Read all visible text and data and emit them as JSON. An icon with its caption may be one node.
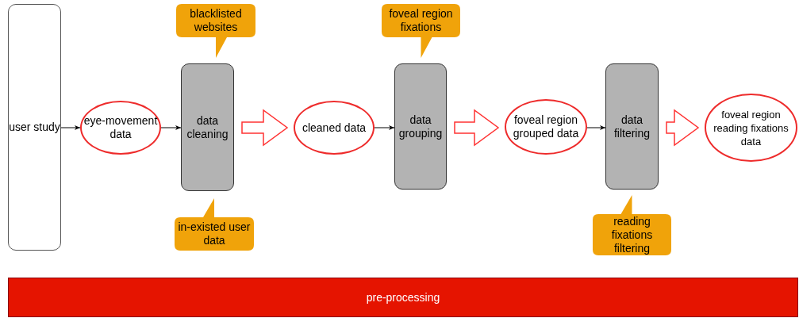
{
  "diagram": {
    "nodes": [
      {
        "text": [
          "user study"
        ]
      },
      {
        "text": [
          "eye-movement data"
        ]
      },
      {
        "text": [
          "data cleaning"
        ]
      },
      {
        "text": [
          "cleaned data"
        ]
      },
      {
        "text": [
          "data grouping"
        ]
      },
      {
        "text": [
          "foveal region grouped data"
        ]
      },
      {
        "text": [
          "data filtering"
        ]
      },
      {
        "text": [
          "foveal region reading fixations data"
        ]
      },
      {
        "text": [
          "blacklisted websites"
        ]
      },
      {
        "text": [
          "in-existed user data"
        ]
      },
      {
        "text": [
          "foveal region fixations"
        ]
      },
      {
        "text": [
          "reading fixations filtering"
        ]
      },
      {
        "text": [
          "pre-processing"
        ]
      }
    ],
    "edges": [
      {
        "from": 0,
        "to": 1,
        "arrow": "to"
      },
      {
        "from": 1,
        "to": 2,
        "arrow": "to"
      },
      {
        "from": 2,
        "to": 3,
        "arrow": "to",
        "style": "thick",
        "color": "#ff3333"
      },
      {
        "from": 3,
        "to": 4,
        "arrow": "to"
      },
      {
        "from": 4,
        "to": 5,
        "arrow": "to",
        "style": "thick",
        "color": "#ff3333"
      },
      {
        "from": 5,
        "to": 6,
        "arrow": "to"
      },
      {
        "from": 6,
        "to": 7,
        "arrow": "to",
        "style": "thick",
        "color": "#ff3333"
      }
    ]
  }
}
